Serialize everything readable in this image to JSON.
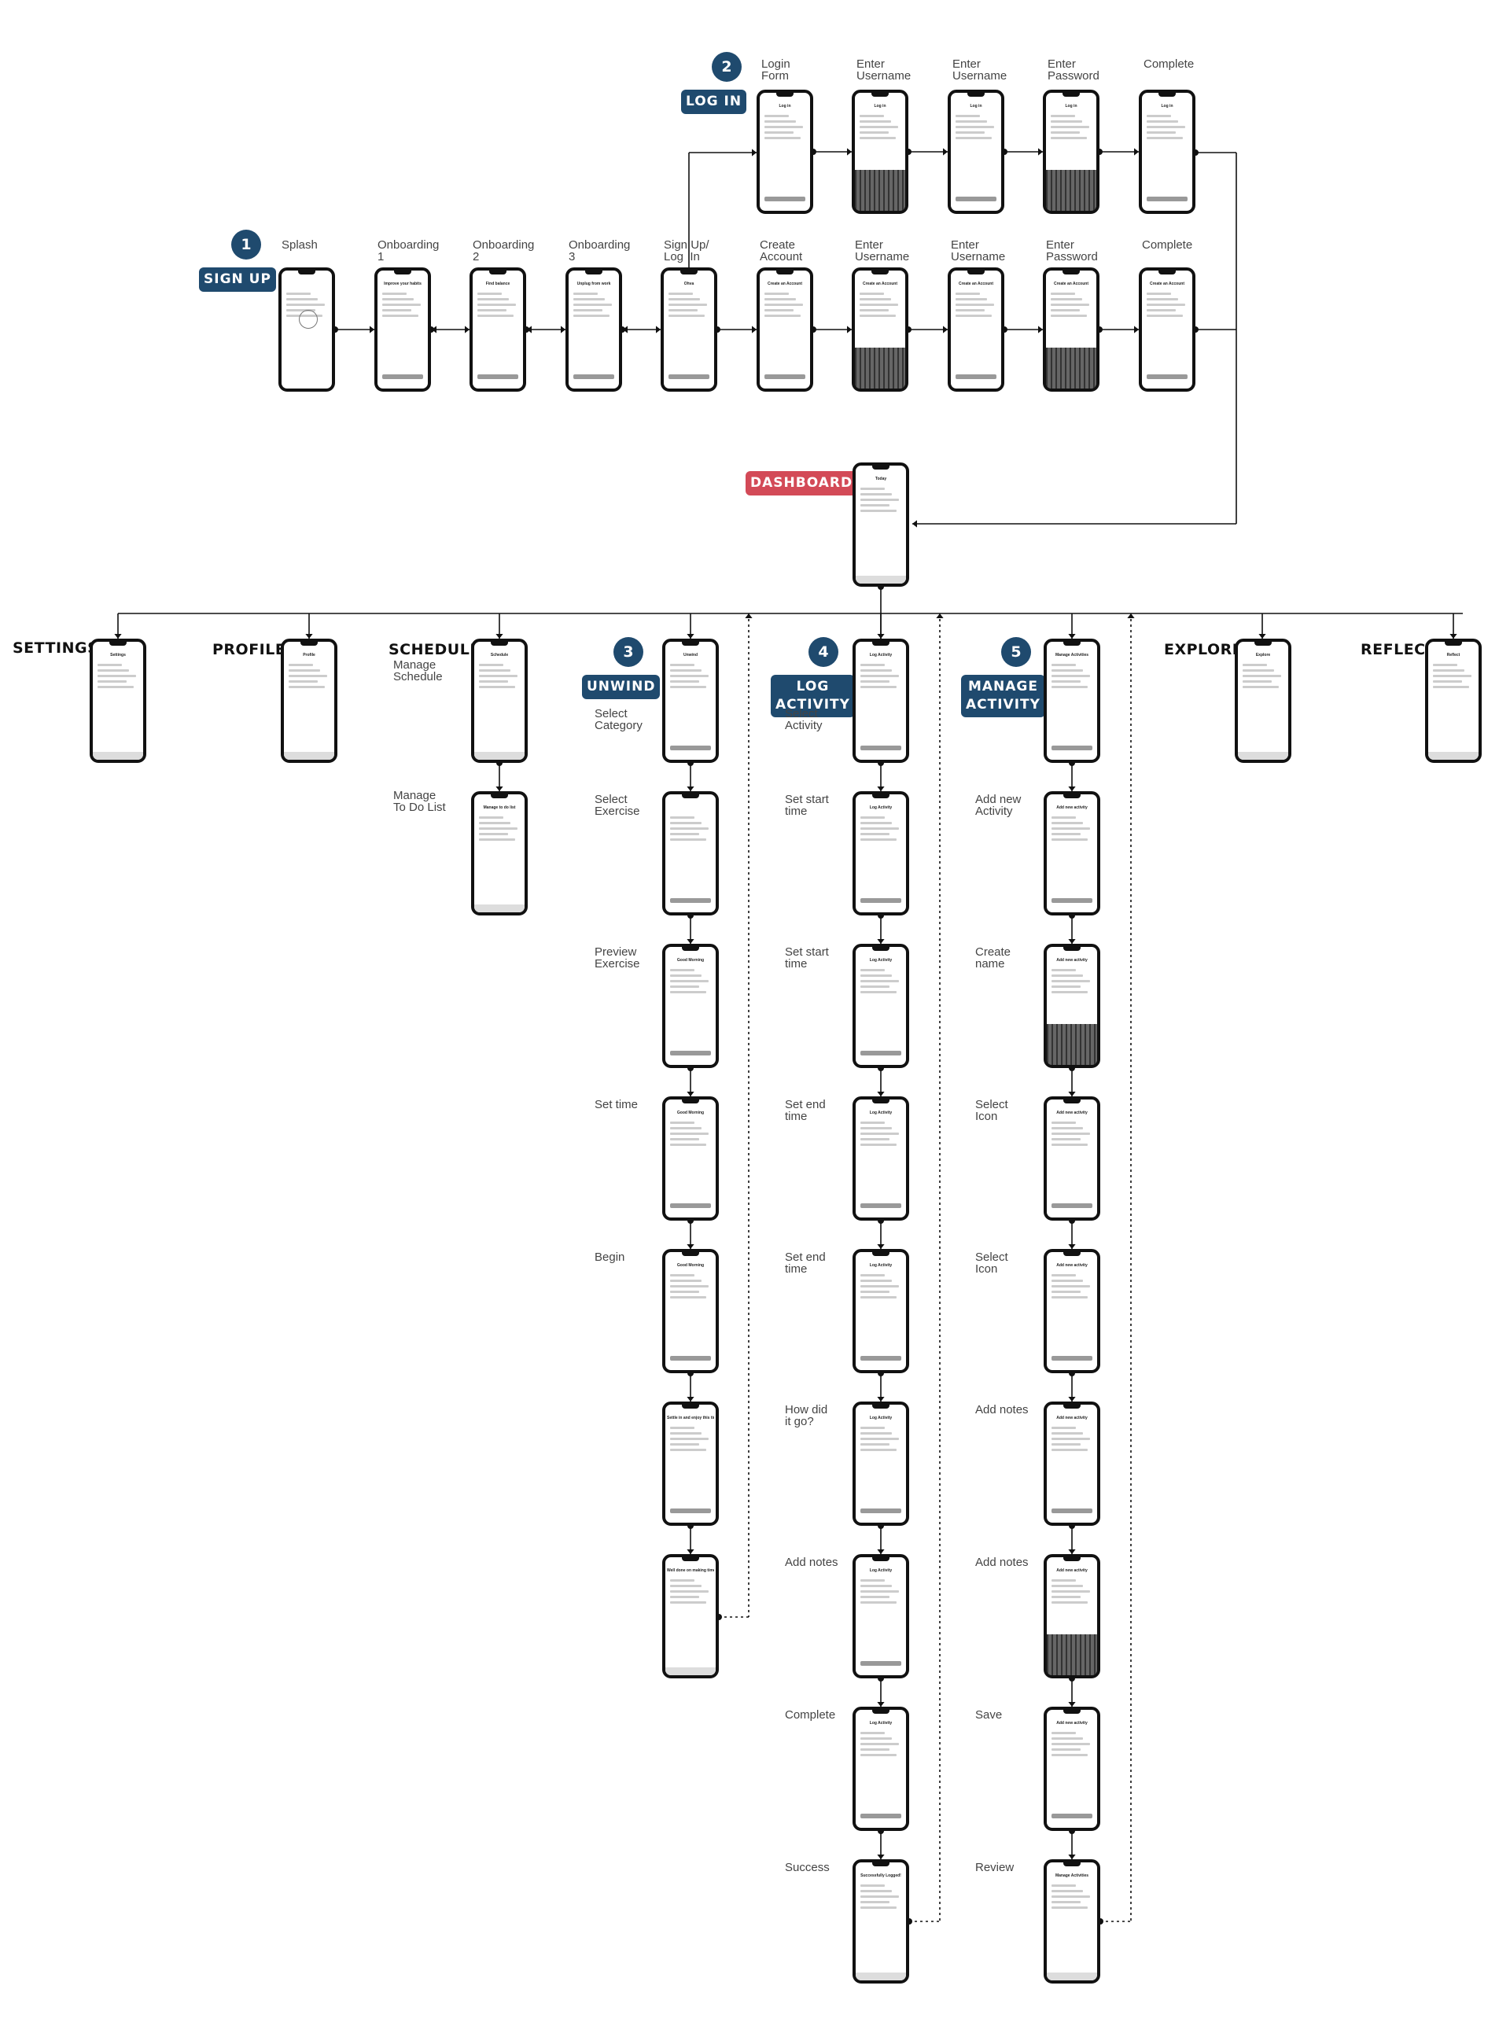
{
  "colors": {
    "navy": "#1f4a6e",
    "red": "#d34a57",
    "line": "#111111"
  },
  "flows": {
    "signup": {
      "number": "1",
      "badge": "SIGN UP"
    },
    "login": {
      "number": "2",
      "badge": "LOG IN"
    },
    "dashboard": {
      "badge": "DASHBOARD",
      "screen_title": "Today"
    },
    "unwind": {
      "number": "3",
      "badge": "UNWIND"
    },
    "log_activity": {
      "number": "4",
      "badge": "LOG\nACTIVITY"
    },
    "manage_activity": {
      "number": "5",
      "badge": "MANAGE\nACTIVITY"
    }
  },
  "sections": {
    "settings": "SETTINGS",
    "profile": "PROFILE",
    "schedule": "SCHEDULE",
    "explore": "EXPLORE",
    "reflect": "REFLECT"
  },
  "signup_steps": [
    {
      "label": "Splash",
      "screen": ""
    },
    {
      "label": "Onboarding\n1",
      "screen": "Improve your habits"
    },
    {
      "label": "Onboarding\n2",
      "screen": "Find balance"
    },
    {
      "label": "Onboarding\n3",
      "screen": "Unplug from work"
    },
    {
      "label": "Sign Up/\nLog  In",
      "screen": "Ohva"
    },
    {
      "label": "Create\nAccount",
      "screen": "Create an Account"
    },
    {
      "label": "Enter\nUsername",
      "screen": "Create an Account"
    },
    {
      "label": "Enter\nUsername",
      "screen": "Create an Account"
    },
    {
      "label": "Enter\nPassword",
      "screen": "Create an Account"
    },
    {
      "label": "Complete",
      "screen": "Create an Account"
    }
  ],
  "login_steps": [
    {
      "label": "Login\nForm",
      "screen": "Log in"
    },
    {
      "label": "Enter\nUsername",
      "screen": "Log in"
    },
    {
      "label": "Enter\nUsername",
      "screen": "Log in"
    },
    {
      "label": "Enter\nPassword",
      "screen": "Log in"
    },
    {
      "label": "Complete",
      "screen": "Log in"
    }
  ],
  "top_screens": {
    "settings": "Settings",
    "profile": "Profile",
    "schedule": "Schedule",
    "todo": "Manage to do list",
    "explore": "Explore",
    "reflect": "Reflect"
  },
  "schedule_steps": [
    "Manage\nSchedule",
    "Manage\nTo Do List"
  ],
  "unwind_steps": [
    {
      "label": "Select\nCategory",
      "screen": "Unwind"
    },
    {
      "label": "Select\nExercise",
      "screen": ""
    },
    {
      "label": "Preview\nExercise",
      "screen": "Good Morning"
    },
    {
      "label": "Set time",
      "screen": "Good Morning"
    },
    {
      "label": "Begin",
      "screen": "Good Morning"
    },
    {
      "label": "",
      "screen": "Settle in and enjoy this time you have made for yourself..."
    },
    {
      "label": "",
      "screen": "Well done on making time for yourself!"
    }
  ],
  "log_steps": [
    {
      "label": "Select\nActivity",
      "screen": "Log Activity"
    },
    {
      "label": "Set start\ntime",
      "screen": "Log Activity"
    },
    {
      "label": "Set start\ntime",
      "screen": "Log Activity"
    },
    {
      "label": "Set end\ntime",
      "screen": "Log Activity"
    },
    {
      "label": "Set end\ntime",
      "screen": "Log Activity"
    },
    {
      "label": "How did\nit go?",
      "screen": "Log Activity"
    },
    {
      "label": "Add notes",
      "screen": "Log Activity"
    },
    {
      "label": "Complete",
      "screen": "Log Activity"
    },
    {
      "label": "Success",
      "screen": "Successfully Logged!"
    }
  ],
  "manage_steps": [
    {
      "label": "",
      "screen": "Manage Activities"
    },
    {
      "label": "Add new\nActivity",
      "screen": "Add new activity"
    },
    {
      "label": "Create\nname",
      "screen": "Add new activity"
    },
    {
      "label": "Select\nIcon",
      "screen": "Add new activity"
    },
    {
      "label": "Select\nIcon",
      "screen": "Add new activity"
    },
    {
      "label": "Add notes",
      "screen": "Add new activity"
    },
    {
      "label": "Add notes",
      "screen": "Add new activity"
    },
    {
      "label": "Save",
      "screen": "Add new activity"
    },
    {
      "label": "Review",
      "screen": "Manage Activities"
    }
  ]
}
